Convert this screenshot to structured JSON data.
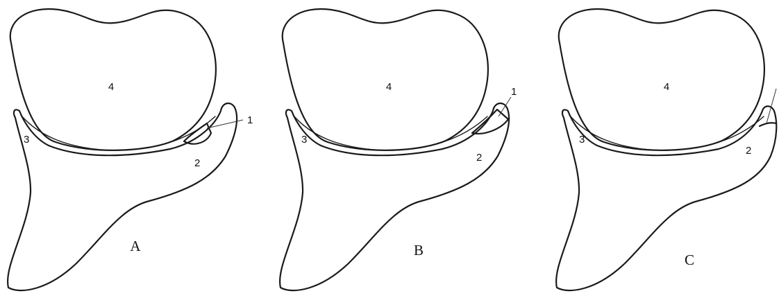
{
  "panels": [
    {
      "label": "A",
      "numbers": {
        "n1": "1",
        "n2": "2",
        "n3": "3",
        "n4": "4"
      }
    },
    {
      "label": "B",
      "numbers": {
        "n1": "1",
        "n2": "2",
        "n3": "3",
        "n4": "4"
      }
    },
    {
      "label": "C",
      "numbers": {
        "n2": "2",
        "n3": "3",
        "n4": "4"
      }
    }
  ]
}
